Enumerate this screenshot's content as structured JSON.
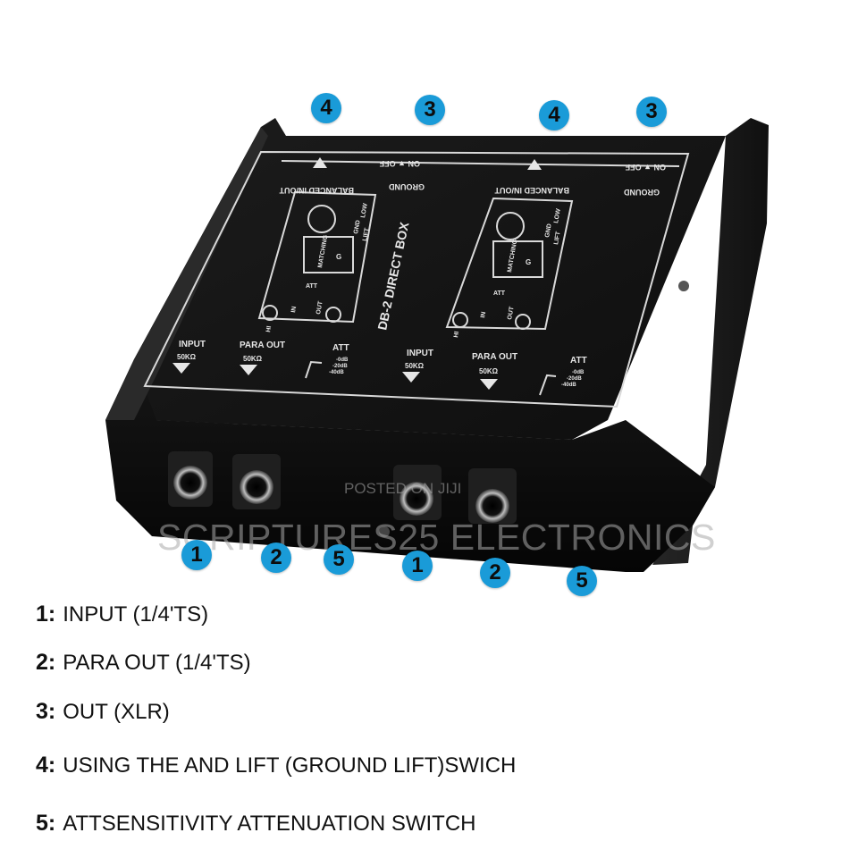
{
  "colors": {
    "marker": "#1a9bd8",
    "device": "#121212",
    "panel_line": "#d9d9d9"
  },
  "markers": [
    {
      "id": "top-1",
      "label": "4"
    },
    {
      "id": "top-2",
      "label": "3"
    },
    {
      "id": "top-3",
      "label": "4"
    },
    {
      "id": "top-4",
      "label": "3"
    },
    {
      "id": "bottom-1",
      "label": "1"
    },
    {
      "id": "bottom-2",
      "label": "2"
    },
    {
      "id": "bottom-3",
      "label": "5"
    },
    {
      "id": "bottom-4",
      "label": "1"
    },
    {
      "id": "bottom-5",
      "label": "2"
    },
    {
      "id": "bottom-6",
      "label": "5"
    }
  ],
  "panel": {
    "title": "DB-2 DIRECT BOX",
    "balanced": "BALANCED IN/OUT",
    "ground": "GROUND",
    "on_off": "ON ▼ OFF",
    "input": "INPUT",
    "para_out": "PARA OUT",
    "imp": "50KΩ",
    "att": "ATT",
    "att_levels": [
      "-0dB",
      "-20dB",
      "-40dB"
    ],
    "matching": "MATCHING",
    "g": "G",
    "low": "LOW",
    "gnd": "GND",
    "lift": "LIFT",
    "in": "IN",
    "out": "OUT",
    "hi": "HI",
    "att_small": "ATT"
  },
  "watermark": {
    "posted": "POSTED ON JIJI",
    "brand": "SCRIPTURES25 ELECTRONICS"
  },
  "legend": [
    {
      "num": "1:",
      "text": "INPUT (1/4'TS)"
    },
    {
      "num": "2:",
      "text": "PARA OUT (1/4'TS)"
    },
    {
      "num": "3:",
      "text": "OUT (XLR)"
    },
    {
      "num": "4:",
      "text": "USING THE AND LIFT (GROUND LIFT)SWICH"
    },
    {
      "num": "5:",
      "text": "ATTSENSITIVITY ATTENUATION SWITCH"
    }
  ]
}
